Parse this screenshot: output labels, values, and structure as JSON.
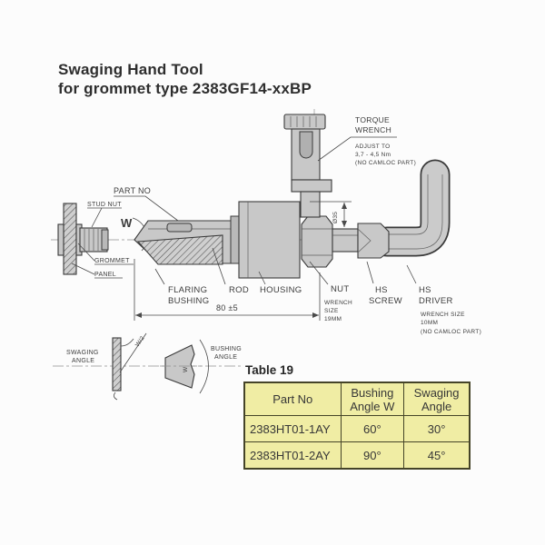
{
  "title": {
    "line1": "Swaging Hand Tool",
    "line2": "for grommet type 2383GF14-xxBP"
  },
  "diagram": {
    "torque_wrench_label_l1": "TORQUE",
    "torque_wrench_label_l2": "WRENCH",
    "torque_note_l1": "ADJUST TO",
    "torque_note_l2": "3,7 - 4,5 Nm",
    "torque_note_l3": "(NO CAMLOC PART)",
    "part_no_label": "PART NO",
    "stud_nut_label": "STUD NUT",
    "swage_angle_letter": "W",
    "grommet_label": "GROMMET",
    "panel_label": "PANEL",
    "flaring_bushing_label_l1": "FLARING",
    "flaring_bushing_label_l2": "BUSHING",
    "rod_label": "ROD",
    "housing_label": "HOUSING",
    "nut_label": "NUT",
    "nut_note_l1": "WRENCH",
    "nut_note_l2": "SIZE",
    "nut_note_l3": "19MM",
    "hs_screw_label_l1": "HS",
    "hs_screw_label_l2": "SCREW",
    "hs_driver_label_l1": "HS",
    "hs_driver_label_l2": "DRIVER",
    "driver_note_l1": "WRENCH SIZE",
    "driver_note_l2": "10MM",
    "driver_note_l3": "(NO CAMLOC PART)",
    "dim_length": "80 ±5",
    "dim_diameter": "Ø35",
    "swaging_angle_label_l1": "SWAGING",
    "swaging_angle_label_l2": "ANGLE",
    "bushing_angle_label_l1": "BUSHING",
    "bushing_angle_label_l2": "ANGLE",
    "half_angle_label": "W/2",
    "cone_angle_label": "W"
  },
  "table": {
    "caption": "Table 19",
    "headers": {
      "part": "Part No",
      "bushing_l1": "Bushing",
      "bushing_l2": "Angle W",
      "swaging_l1": "Swaging",
      "swaging_l2": "Angle"
    },
    "rows": [
      {
        "part": "2383HT01-1AY",
        "bushing_angle_w": "60°",
        "swaging_angle": "30°"
      },
      {
        "part": "2383HT01-2AY",
        "bushing_angle_w": "90°",
        "swaging_angle": "45°"
      }
    ]
  },
  "colors": {
    "table_bg": "#f0eda4",
    "table_border": "#454428",
    "metal_fill": "#c8c8c8",
    "line_color": "#3a3a3a"
  }
}
